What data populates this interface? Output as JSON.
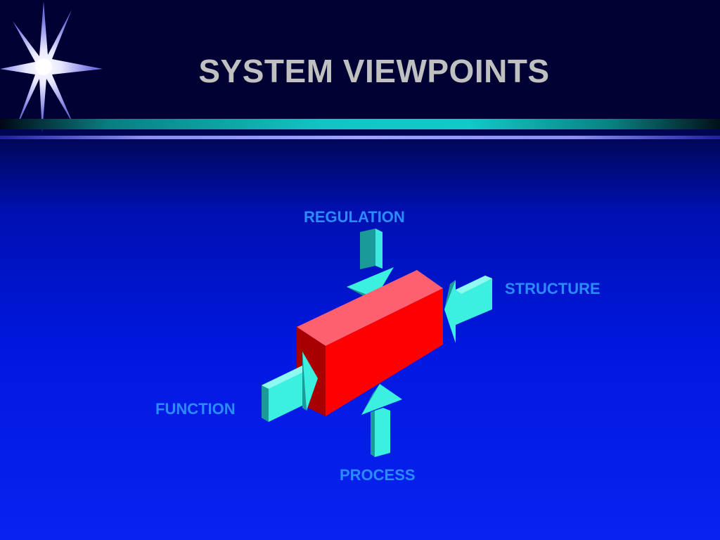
{
  "slide": {
    "title": "SYSTEM VIEWPOINTS"
  },
  "diagram": {
    "labels": {
      "regulation": "REGULATION",
      "structure": "STRUCTURE",
      "function": "FUNCTION",
      "process": "PROCESS"
    }
  },
  "colors": {
    "background_top": "#000033",
    "background_bottom": "#0a22f0",
    "title": "#c0c0c0",
    "label": "#2a8cff",
    "box_front": "#ff0000",
    "box_top": "#ff6070",
    "arrow": "#3cf0e0"
  },
  "icons": {
    "logo": "starburst-icon"
  }
}
